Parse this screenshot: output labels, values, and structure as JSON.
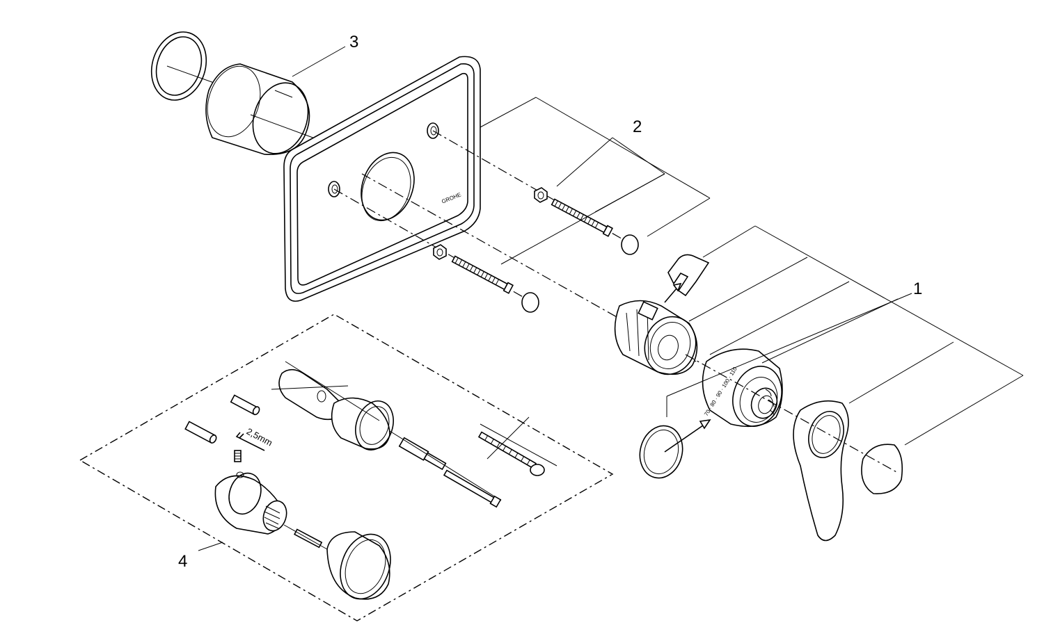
{
  "diagram": {
    "callouts": [
      {
        "id": "1",
        "label": "1"
      },
      {
        "id": "2",
        "label": "2"
      },
      {
        "id": "3",
        "label": "3"
      },
      {
        "id": "4",
        "label": "4"
      }
    ],
    "brand_logo_text": "GROHE",
    "hex_key_size": "2,5mm",
    "dial_scale": "70 · 80 · 90 · 100 · 110"
  }
}
